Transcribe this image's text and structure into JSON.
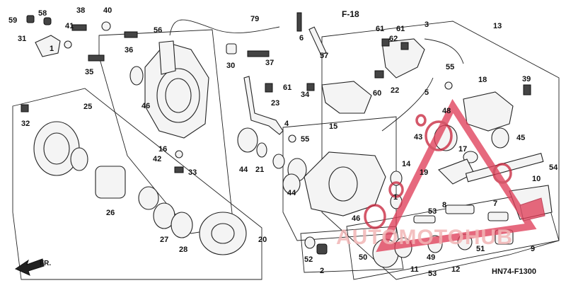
{
  "diagram": {
    "direction_marker": "F-18",
    "front_arrow_label": "FR.",
    "figure_code": "HN74-F1300",
    "watermark_text": "AUTOMOTOHUB",
    "accent_color": "#e0405a",
    "callouts": [
      "59",
      "58",
      "38",
      "40",
      "31",
      "1",
      "41",
      "36",
      "56",
      "79",
      "6",
      "57",
      "3",
      "13",
      "61",
      "61",
      "35",
      "30",
      "37",
      "55",
      "18",
      "39",
      "46",
      "16",
      "34",
      "60",
      "22",
      "5",
      "32",
      "25",
      "23",
      "4",
      "15",
      "48",
      "43",
      "45",
      "42",
      "33",
      "44",
      "21",
      "55",
      "17",
      "19",
      "14",
      "1",
      "54",
      "10",
      "26",
      "44",
      "46",
      "53",
      "8",
      "7",
      "27",
      "28",
      "20",
      "50",
      "49",
      "51",
      "11",
      "12",
      "9",
      "52",
      "2",
      "53",
      "61",
      "62"
    ]
  }
}
